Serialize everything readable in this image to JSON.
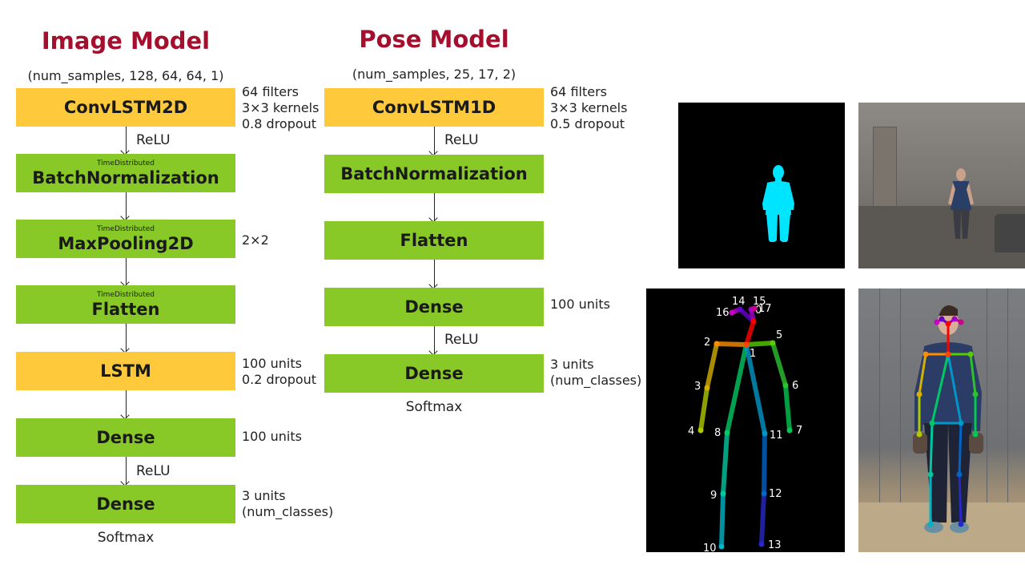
{
  "image_model": {
    "title": "Image Model",
    "input_shape": "(num_samples, 128, 64, 64, 1)",
    "layers": [
      {
        "wrapper": "",
        "name": "ConvLSTM2D",
        "note": [
          "64 filters",
          "3×3 kernels",
          "0.8 dropout"
        ],
        "color": "#ffc93c"
      },
      {
        "wrapper": "TimeDistributed",
        "name": "BatchNormalization",
        "note": [],
        "color": "#88c928"
      },
      {
        "wrapper": "TimeDistributed",
        "name": "MaxPooling2D",
        "note": [
          "2×2"
        ],
        "color": "#88c928"
      },
      {
        "wrapper": "TimeDistributed",
        "name": "Flatten",
        "note": [],
        "color": "#88c928"
      },
      {
        "wrapper": "",
        "name": "LSTM",
        "note": [
          "100 units",
          "0.2 dropout"
        ],
        "color": "#ffc93c"
      },
      {
        "wrapper": "",
        "name": "Dense",
        "note": [
          "100 units"
        ],
        "color": "#88c928"
      },
      {
        "wrapper": "",
        "name": "Dense",
        "note": [
          "3 units",
          "(num_classes)"
        ],
        "color": "#88c928"
      }
    ],
    "activations": [
      "ReLU",
      "",
      "",
      "",
      "",
      "ReLU"
    ],
    "output_activation": "Softmax"
  },
  "pose_model": {
    "title": "Pose Model",
    "input_shape": "(num_samples, 25, 17, 2)",
    "layers": [
      {
        "wrapper": "",
        "name": "ConvLSTM1D",
        "note": [
          "64 filters",
          "3×3 kernels",
          "0.5 dropout"
        ],
        "color": "#ffc93c"
      },
      {
        "wrapper": "",
        "name": "BatchNormalization",
        "note": [],
        "color": "#88c928"
      },
      {
        "wrapper": "",
        "name": "Flatten",
        "note": [],
        "color": "#88c928"
      },
      {
        "wrapper": "",
        "name": "Dense",
        "note": [
          "100 units"
        ],
        "color": "#88c928"
      },
      {
        "wrapper": "",
        "name": "Dense",
        "note": [
          "3 units",
          "(num_classes)"
        ],
        "color": "#88c928"
      }
    ],
    "activations": [
      "ReLU",
      "",
      "",
      "ReLU"
    ],
    "output_activation": "Softmax"
  },
  "keypoint_labels": [
    "0",
    "1",
    "2",
    "3",
    "4",
    "5",
    "6",
    "7",
    "8",
    "9",
    "10",
    "11",
    "12",
    "13",
    "14",
    "15",
    "16",
    "17"
  ],
  "colors": {
    "title": "#a50f2d",
    "yellow_layer": "#ffc93c",
    "green_layer": "#88c928",
    "silhouette": "#00e5ff"
  }
}
